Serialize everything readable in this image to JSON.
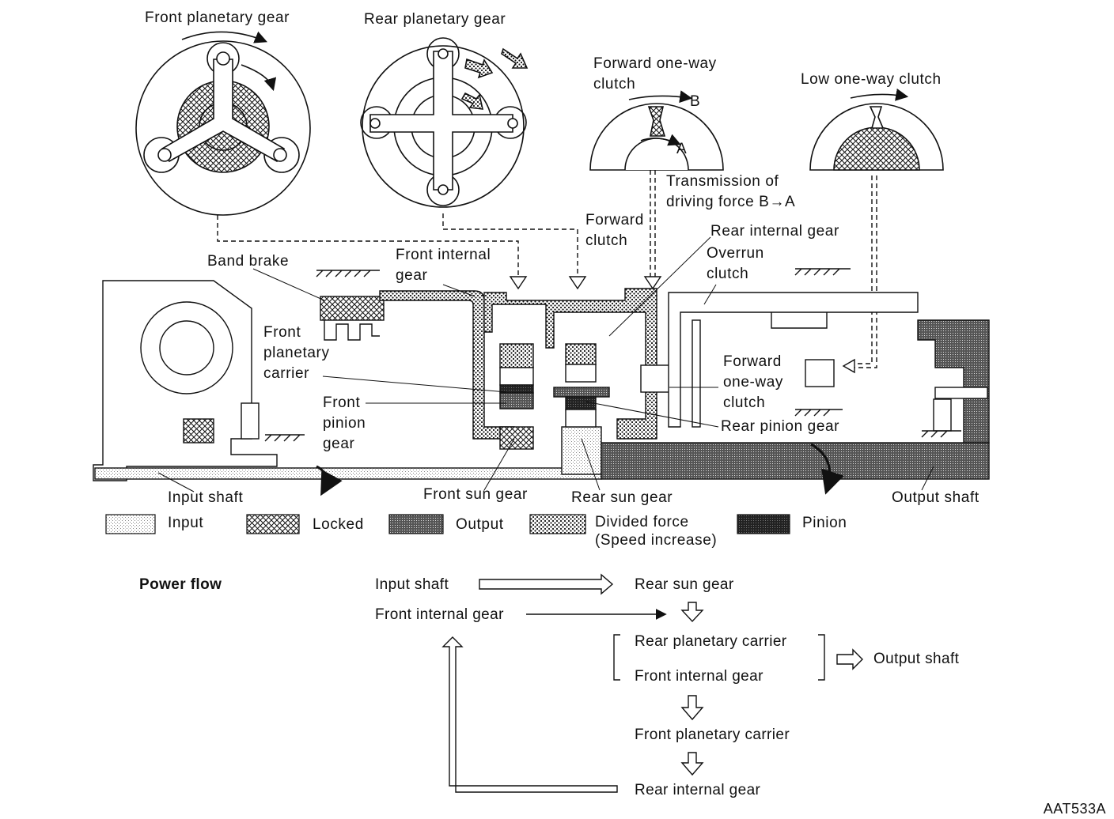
{
  "gears": {
    "front_planetary": "Front planetary gear",
    "rear_planetary": "Rear planetary gear",
    "forward_oneway_top": "Forward one-way\nclutch",
    "low_oneway": "Low one-way clutch",
    "letter_b": "B",
    "letter_a": "A",
    "transmission": "Transmission of\ndriving force B→A"
  },
  "labels": {
    "forward_clutch": "Forward\nclutch",
    "rear_internal_gear": "Rear internal gear",
    "overrun_clutch": "Overrun\nclutch",
    "band_brake": "Band brake",
    "front_internal_gear": "Front internal\ngear",
    "front_planetary_carrier": "Front\nplanetary\ncarrier",
    "front_pinion_gear": "Front\npinion\ngear",
    "forward_oneway_clutch": "Forward\none-way\nclutch",
    "rear_pinion_gear": "Rear pinion gear",
    "input_shaft": "Input shaft",
    "front_sun_gear": "Front sun gear",
    "rear_sun_gear": "Rear sun gear",
    "output_shaft": "Output shaft"
  },
  "legend": [
    {
      "label": "Input",
      "pattern": "input"
    },
    {
      "label": "Locked",
      "pattern": "locked"
    },
    {
      "label": "Output",
      "pattern": "output"
    },
    {
      "label": "Divided force\n(Speed increase)",
      "pattern": "divided"
    },
    {
      "label": "Pinion",
      "pattern": "pinion"
    }
  ],
  "power_flow": {
    "title": "Power flow",
    "input_shaft": "Input shaft",
    "rear_sun_gear": "Rear sun gear",
    "front_internal_gear": "Front internal gear",
    "rear_planetary_carrier": "Rear planetary carrier",
    "front_internal_gear_2": "Front internal gear",
    "output_shaft": "Output shaft",
    "front_planetary_carrier": "Front planetary carrier",
    "rear_internal_gear": "Rear internal gear"
  },
  "figure_code": "AAT533A"
}
